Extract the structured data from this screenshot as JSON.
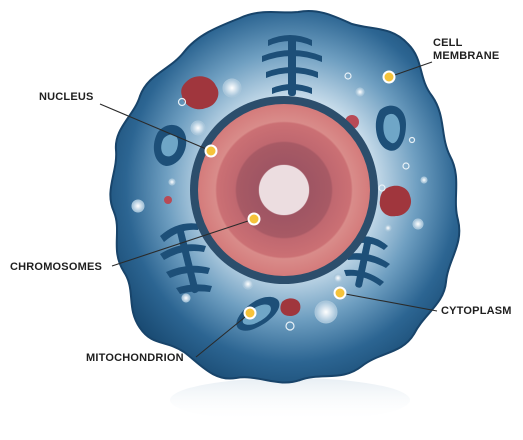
{
  "labels": {
    "nucleus": "NUCLEUS",
    "cell_membrane_line1": "CELL",
    "cell_membrane_line2": "MEMBRANE",
    "chromosomes": "CHROMOSOMES",
    "cytoplasm": "CYTOPLASM",
    "mitochondrion": "MITOCHONDRION"
  },
  "colors": {
    "membrane_outer": "#1d4f78",
    "membrane_edge": "#2d6a98",
    "cytoplasm_glow": "#e6f0f7",
    "nuclear_envelope": "#2c4e6c",
    "nucleus_outer": "#cd6e6e",
    "nucleus_mid": "#b85e66",
    "nucleolus": "#ecdcdf",
    "organelle_red": "#a0363d",
    "marker": "#f5c33b",
    "leader_line": "#2a2a2a"
  }
}
